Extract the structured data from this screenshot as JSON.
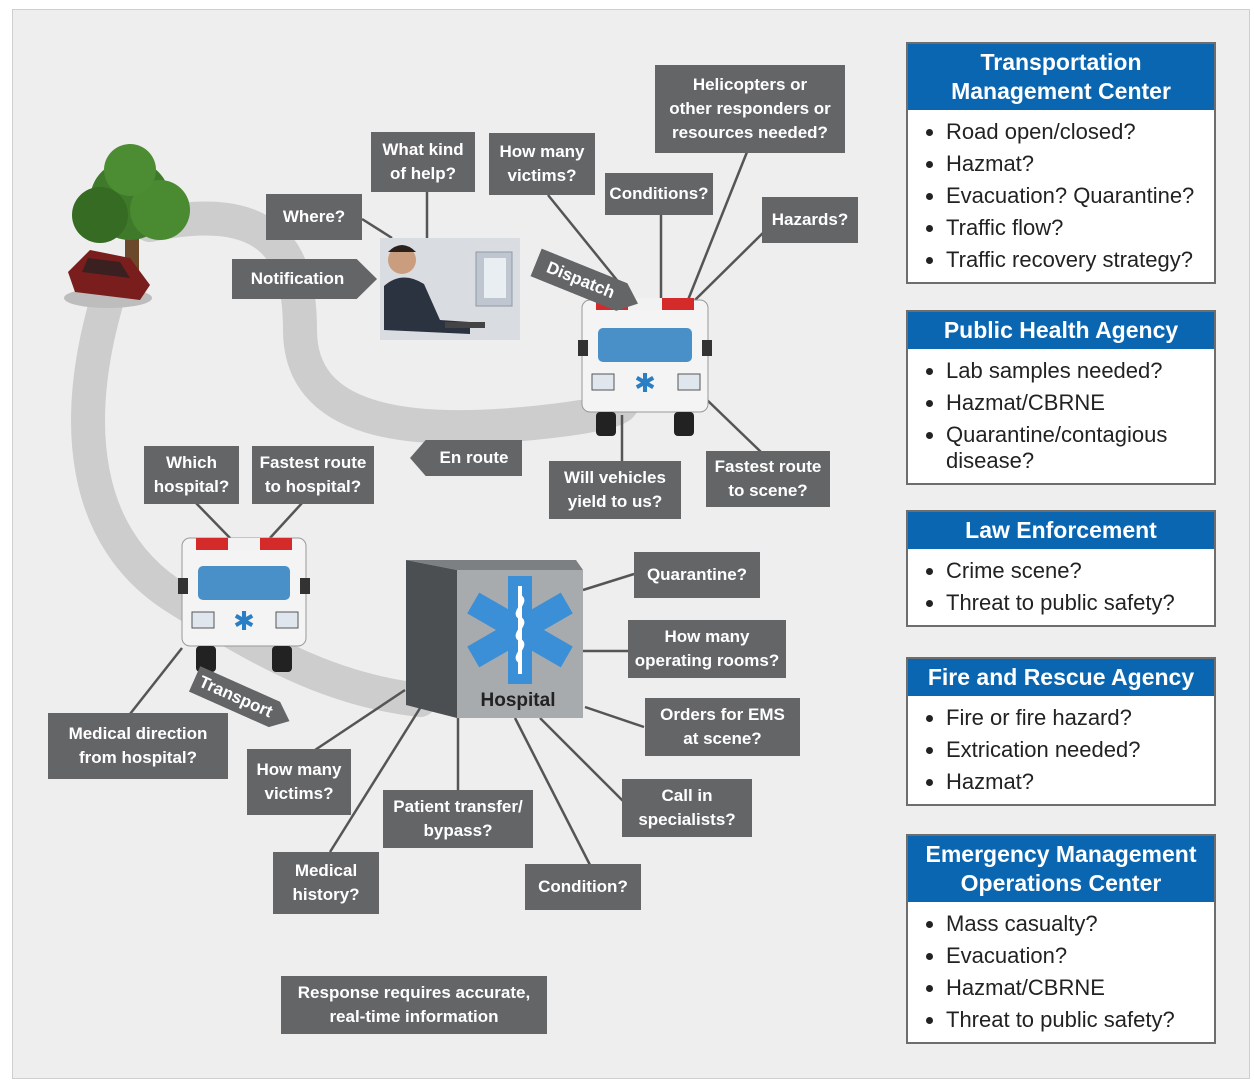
{
  "colors": {
    "label_bg": "#636567",
    "panel_header": "#0a66b0",
    "path": "#cfcfcf",
    "background": "#eeeeee"
  },
  "icons": [
    "tree-icon",
    "crashed-car-icon",
    "dispatcher-icon",
    "ambulance-icon",
    "hospital-building-icon",
    "star-of-life-icon"
  ],
  "flow": {
    "notification": "Notification",
    "where": "Where?",
    "what_kind": "What kind\nof help?",
    "how_many_victims_top": "How many\nvictims?",
    "conditions": "Conditions?",
    "helicopters": "Helicopters or\nother responders or\nresources needed?",
    "hazards": "Hazards?",
    "dispatch": "Dispatch",
    "en_route": "En route",
    "will_vehicles_yield": "Will vehicles\nyield to us?",
    "fastest_route_scene": "Fastest route\nto scene?",
    "which_hospital": "Which\nhospital?",
    "fastest_route_hospital": "Fastest route\nto hospital?",
    "transport": "Transport",
    "medical_direction": "Medical direction\nfrom hospital?",
    "how_many_victims_bottom": "How many\nvictims?",
    "medical_history": "Medical\nhistory?",
    "patient_transfer": "Patient transfer/\nbypass?",
    "condition": "Condition?",
    "call_specialists": "Call in\nspecialists?",
    "orders_ems": "Orders for EMS\nat scene?",
    "operating_rooms": "How many\noperating rooms?",
    "quarantine": "Quarantine?",
    "hospital": "Hospital",
    "footer": "Response requires accurate,\nreal-time information"
  },
  "panels": [
    {
      "title": "Transportation\nManagement Center",
      "items": [
        "Road open/closed?",
        "Hazmat?",
        "Evacuation? Quarantine?",
        "Traffic flow?",
        "Traffic recovery strategy?"
      ]
    },
    {
      "title": "Public Health Agency",
      "items": [
        "Lab samples needed?",
        "Hazmat/CBRNE",
        "Quarantine/contagious disease?"
      ]
    },
    {
      "title": "Law Enforcement",
      "items": [
        "Crime scene?",
        "Threat to public safety?"
      ]
    },
    {
      "title": "Fire and Rescue Agency",
      "items": [
        "Fire or fire hazard?",
        "Extrication needed?",
        "Hazmat?"
      ]
    },
    {
      "title": "Emergency Management\nOperations Center",
      "items": [
        "Mass casualty?",
        "Evacuation?",
        "Hazmat/CBRNE",
        "Threat to public safety?"
      ]
    }
  ]
}
